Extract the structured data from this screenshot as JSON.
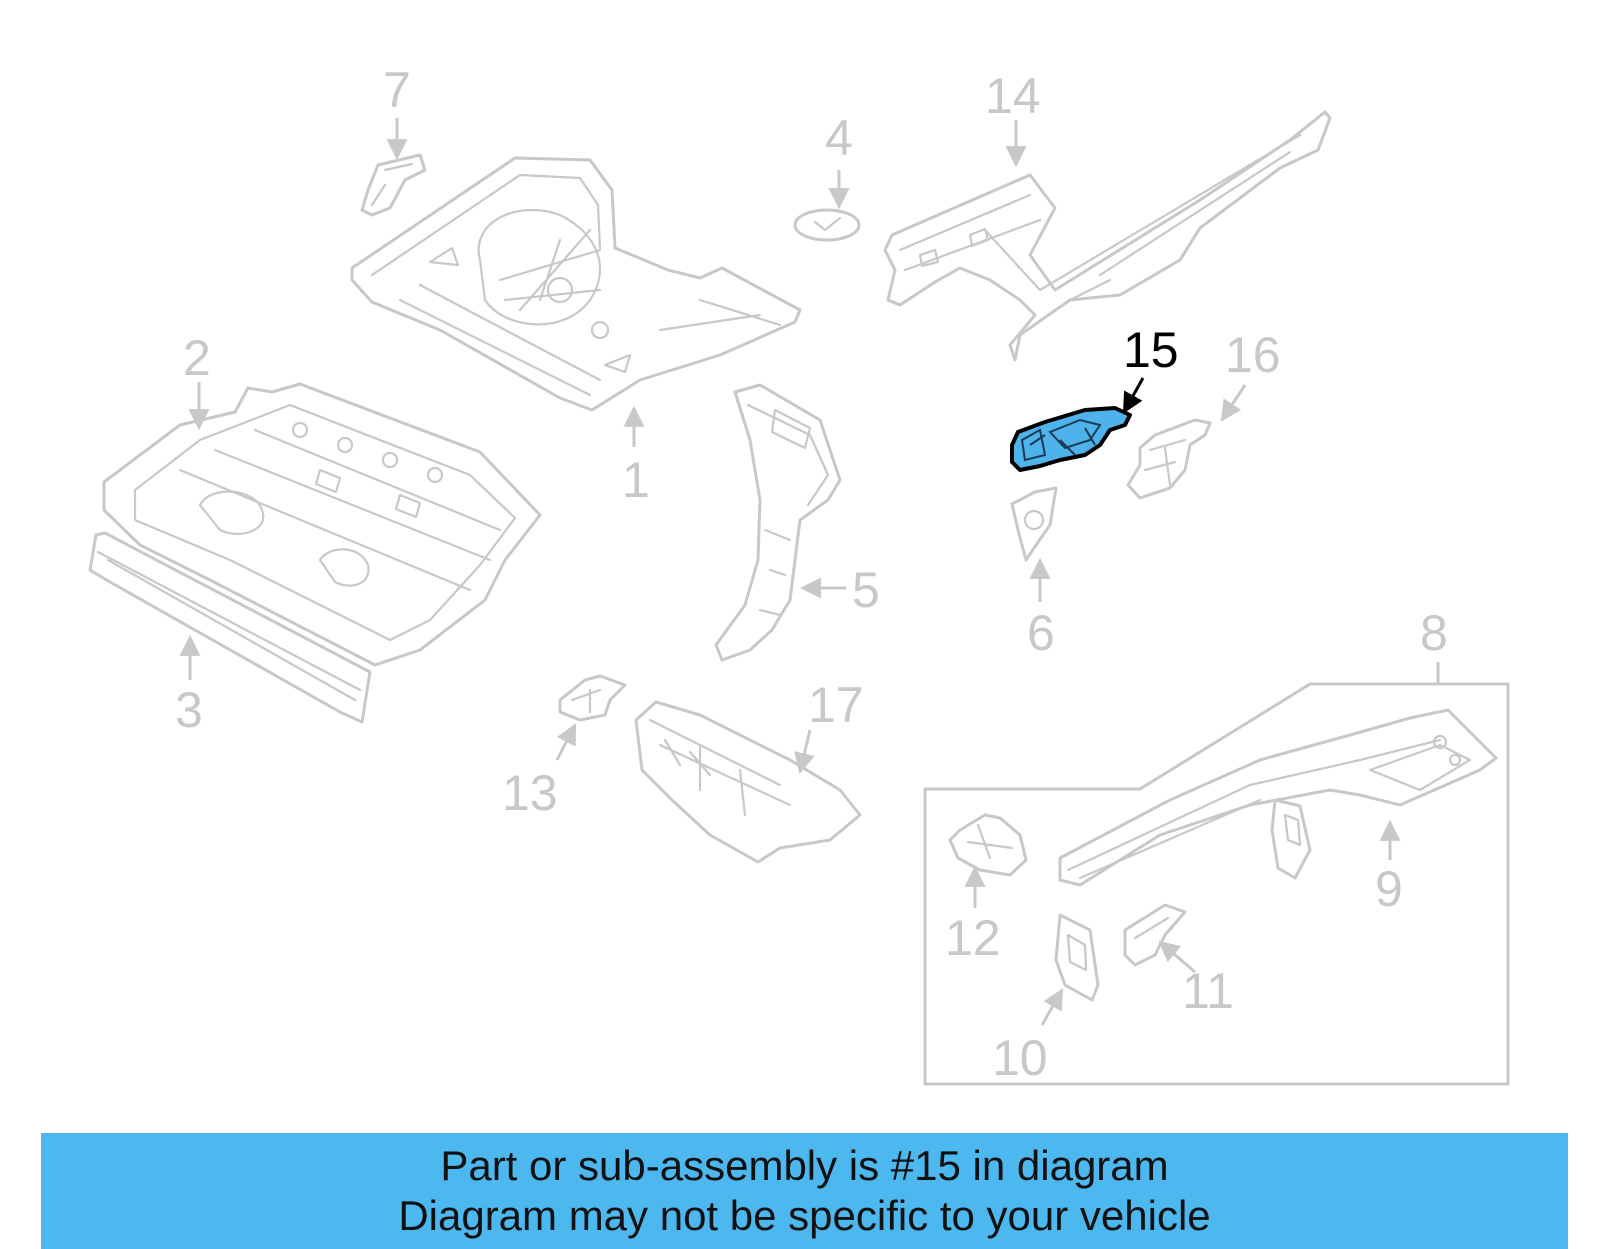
{
  "diagram": {
    "highlighted_part": "15",
    "highlight_color": "#4db3ea",
    "line_color": "#c8c8c8",
    "callouts": [
      {
        "id": "c1",
        "label": "1"
      },
      {
        "id": "c2",
        "label": "2"
      },
      {
        "id": "c3",
        "label": "3"
      },
      {
        "id": "c4",
        "label": "4"
      },
      {
        "id": "c5",
        "label": "5"
      },
      {
        "id": "c6",
        "label": "6"
      },
      {
        "id": "c7",
        "label": "7"
      },
      {
        "id": "c8",
        "label": "8"
      },
      {
        "id": "c9",
        "label": "9"
      },
      {
        "id": "c10",
        "label": "10"
      },
      {
        "id": "c11",
        "label": "11"
      },
      {
        "id": "c12",
        "label": "12"
      },
      {
        "id": "c13",
        "label": "13"
      },
      {
        "id": "c14",
        "label": "14"
      },
      {
        "id": "c15",
        "label": "15"
      },
      {
        "id": "c16",
        "label": "16"
      },
      {
        "id": "c17",
        "label": "17"
      }
    ]
  },
  "banner": {
    "background": "#4db8f0",
    "line1": "Part or sub-assembly is #15 in diagram",
    "line2": "Diagram may not be specific to your vehicle"
  }
}
